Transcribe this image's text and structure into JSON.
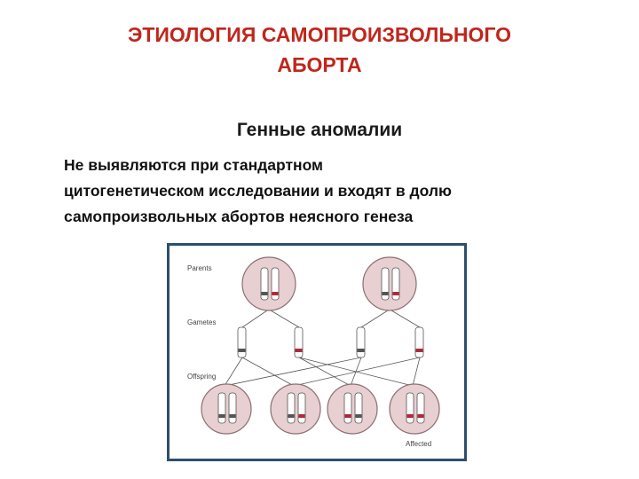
{
  "slide": {
    "title_line1": "ЭТИОЛОГИЯ САМОПРОИЗВОЛЬНОГО",
    "title_line2": "АБОРТА",
    "subtitle": "Генные аномалии",
    "body_line1": "Не выявляются при стандартном",
    "body_line2": "цитогенетическом исследовании и входят в долю",
    "body_line3": "самопроизвольных абортов неясного генеза"
  },
  "figure": {
    "labels": {
      "parents": "Parents",
      "gametes": "Gametes",
      "offspring": "Offspring",
      "affected": "Affected"
    },
    "colors": {
      "title": "#c0261c",
      "frame": "#2c4f6e",
      "circle_fill": "#e8cfd1",
      "circle_stroke": "#8a6f72",
      "mutation_band": "#b0283c"
    }
  }
}
